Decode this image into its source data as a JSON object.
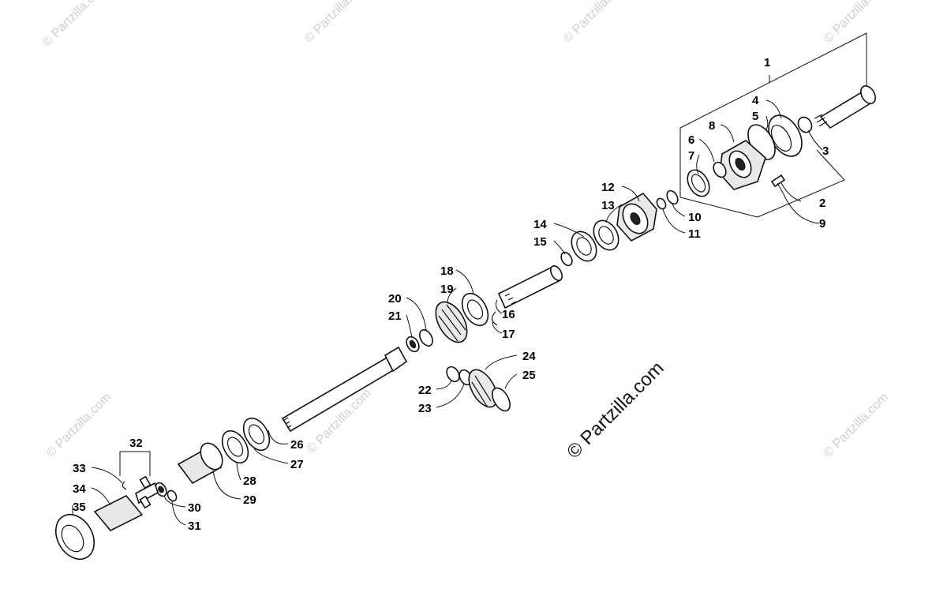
{
  "watermarks": {
    "small": "© Partzilla.com",
    "main": "© Partzilla.com"
  },
  "callouts": [
    "1",
    "2",
    "3",
    "4",
    "5",
    "6",
    "7",
    "8",
    "9",
    "10",
    "11",
    "12",
    "13",
    "14",
    "15",
    "16",
    "17",
    "18",
    "19",
    "20",
    "21",
    "22",
    "23",
    "24",
    "25",
    "26",
    "27",
    "28",
    "29",
    "30",
    "31",
    "32",
    "33",
    "34",
    "35"
  ],
  "colors": {
    "ink": "#111111",
    "watermark": "#cfcfcf",
    "background": "#ffffff"
  }
}
